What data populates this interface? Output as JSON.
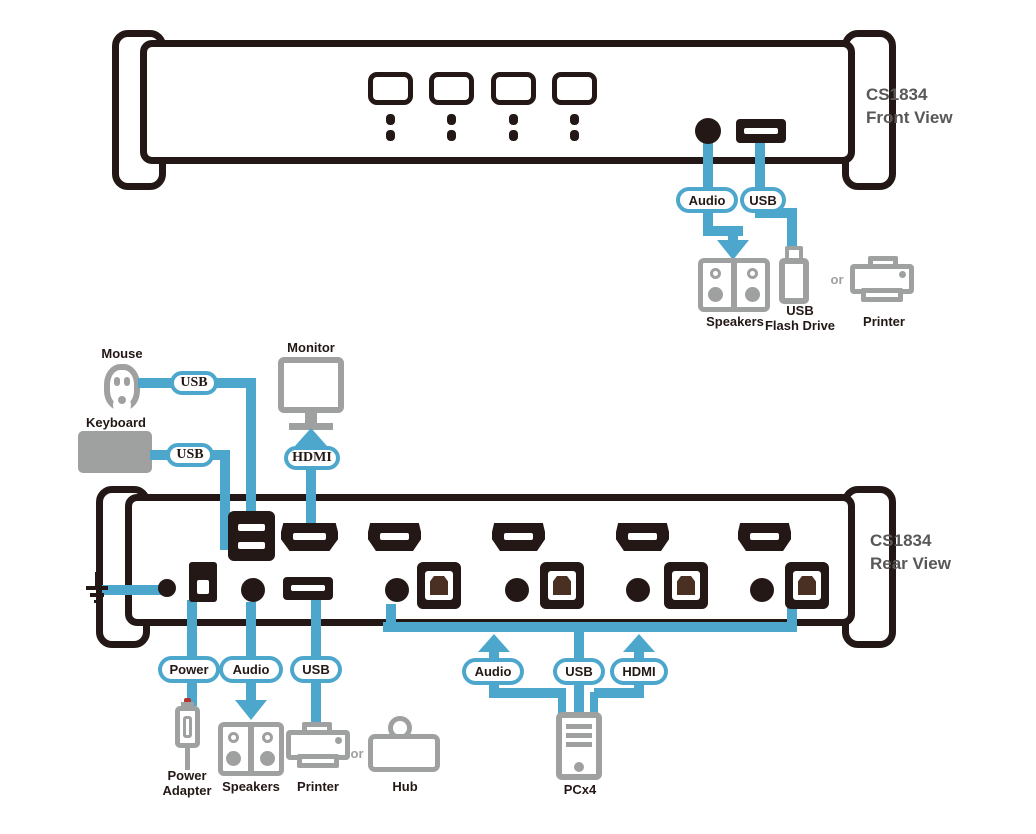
{
  "colors": {
    "cable_blue": "#4DA7CC",
    "outline_black": "#231815",
    "device_gray": "#9FA0A0",
    "title_gray": "#595757",
    "power_tip_red": "#B5342F"
  },
  "icons": {
    "mouse-icon": "css-shape",
    "keyboard-icon": "css-shape",
    "monitor-icon": "css-shape",
    "speakers-icon": "css-shape",
    "printer-icon": "css-shape",
    "usb-flash-drive-icon": "css-shape",
    "hub-icon": "css-shape",
    "pc-tower-icon": "css-shape",
    "power-adapter-icon": "css-shape",
    "ground-icon": "css-shape"
  },
  "front": {
    "model": "CS1834",
    "view_label": "Front View",
    "pills": {
      "audio": "Audio",
      "usb": "USB"
    },
    "devices": {
      "speakers": "Speakers",
      "usb_line1": "USB",
      "usb_line2": "Flash Drive",
      "or": "or",
      "printer": "Printer"
    }
  },
  "console": {
    "mouse_label": "Mouse",
    "keyboard_label": "Keyboard",
    "monitor_label": "Monitor",
    "pills": {
      "mouse_usb": "USB",
      "keyboard_usb": "USB",
      "monitor_hdmi": "HDMI"
    }
  },
  "rear": {
    "model": "CS1834",
    "view_label": "Rear View",
    "pills": {
      "power": "Power",
      "audio": "Audio",
      "usb": "USB"
    },
    "pc_pills": {
      "audio": "Audio",
      "usb": "USB",
      "hdmi": "HDMI"
    },
    "devices": {
      "power_line1": "Power",
      "power_line2": "Adapter",
      "speakers": "Speakers",
      "printer": "Printer",
      "or": "or",
      "hub": "Hub",
      "pc": "PCx4"
    }
  }
}
